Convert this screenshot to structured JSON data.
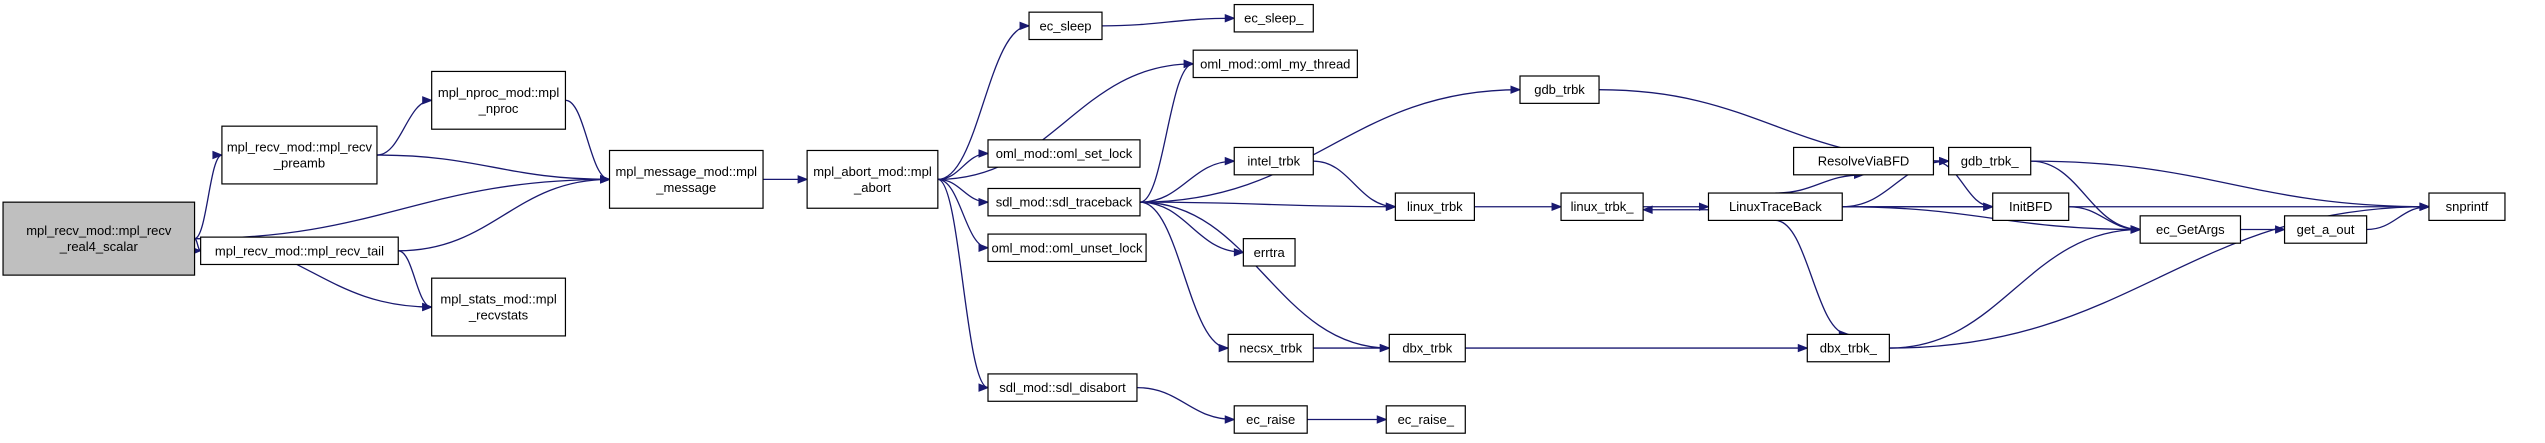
{
  "diagram": {
    "kind": "call-graph",
    "colors": {
      "edge": "#191970",
      "node_border": "#000000",
      "node_fill": "#ffffff",
      "root_fill": "#bfbfbf"
    },
    "nodes": [
      {
        "id": "root",
        "lines": [
          "mpl_recv_mod::mpl_recv",
          "_real4_scalar"
        ],
        "root": true
      },
      {
        "id": "recv_preamb",
        "lines": [
          "mpl_recv_mod::mpl_recv",
          "_preamb"
        ]
      },
      {
        "id": "recv_tail",
        "lines": [
          "mpl_recv_mod::mpl_recv_tail"
        ]
      },
      {
        "id": "nproc",
        "lines": [
          "mpl_nproc_mod::mpl",
          "_nproc"
        ]
      },
      {
        "id": "message",
        "lines": [
          "mpl_message_mod::mpl",
          "_message"
        ]
      },
      {
        "id": "stats",
        "lines": [
          "mpl_stats_mod::mpl",
          "_recvstats"
        ]
      },
      {
        "id": "abort",
        "lines": [
          "mpl_abort_mod::mpl",
          "_abort"
        ]
      },
      {
        "id": "ec_sleep",
        "lines": [
          "ec_sleep"
        ]
      },
      {
        "id": "ec_sleep_",
        "lines": [
          "ec_sleep_"
        ]
      },
      {
        "id": "oml_my_thread",
        "lines": [
          "oml_mod::oml_my_thread"
        ]
      },
      {
        "id": "oml_set_lock",
        "lines": [
          "oml_mod::oml_set_lock"
        ]
      },
      {
        "id": "sdl_traceback",
        "lines": [
          "sdl_mod::sdl_traceback"
        ]
      },
      {
        "id": "oml_unset_lock",
        "lines": [
          "oml_mod::oml_unset_lock"
        ]
      },
      {
        "id": "sdl_disabort",
        "lines": [
          "sdl_mod::sdl_disabort"
        ]
      },
      {
        "id": "gdb_trbk",
        "lines": [
          "gdb_trbk"
        ]
      },
      {
        "id": "intel_trbk",
        "lines": [
          "intel_trbk"
        ]
      },
      {
        "id": "linux_trbk",
        "lines": [
          "linux_trbk"
        ]
      },
      {
        "id": "linux_trbk_",
        "lines": [
          "linux_trbk_"
        ]
      },
      {
        "id": "LinuxTraceBack",
        "lines": [
          "LinuxTraceBack"
        ]
      },
      {
        "id": "ResolveViaBFD",
        "lines": [
          "ResolveViaBFD"
        ]
      },
      {
        "id": "InitBFD",
        "lines": [
          "InitBFD"
        ]
      },
      {
        "id": "gdb_trbk_",
        "lines": [
          "gdb_trbk_"
        ]
      },
      {
        "id": "ec_GetArgs",
        "lines": [
          "ec_GetArgs"
        ]
      },
      {
        "id": "get_a_out",
        "lines": [
          "get_a_out"
        ]
      },
      {
        "id": "snprintf",
        "lines": [
          "snprintf"
        ]
      },
      {
        "id": "errtra",
        "lines": [
          "errtra"
        ]
      },
      {
        "id": "necsx_trbk",
        "lines": [
          "necsx_trbk"
        ]
      },
      {
        "id": "dbx_trbk",
        "lines": [
          "dbx_trbk"
        ]
      },
      {
        "id": "dbx_trbk_",
        "lines": [
          "dbx_trbk_"
        ]
      },
      {
        "id": "ec_raise",
        "lines": [
          "ec_raise"
        ]
      },
      {
        "id": "ec_raise_",
        "lines": [
          "ec_raise_"
        ]
      }
    ],
    "edges": [
      [
        "root",
        "recv_preamb"
      ],
      [
        "root",
        "message"
      ],
      [
        "root",
        "recv_tail"
      ],
      [
        "root",
        "stats"
      ],
      [
        "recv_preamb",
        "nproc"
      ],
      [
        "recv_preamb",
        "message"
      ],
      [
        "nproc",
        "message"
      ],
      [
        "recv_tail",
        "message"
      ],
      [
        "recv_tail",
        "stats"
      ],
      [
        "message",
        "abort"
      ],
      [
        "abort",
        "ec_sleep"
      ],
      [
        "abort",
        "oml_my_thread"
      ],
      [
        "abort",
        "oml_set_lock"
      ],
      [
        "abort",
        "sdl_traceback"
      ],
      [
        "abort",
        "oml_unset_lock"
      ],
      [
        "abort",
        "sdl_disabort"
      ],
      [
        "ec_sleep",
        "ec_sleep_"
      ],
      [
        "sdl_traceback",
        "oml_my_thread"
      ],
      [
        "sdl_traceback",
        "gdb_trbk"
      ],
      [
        "sdl_traceback",
        "intel_trbk"
      ],
      [
        "sdl_traceback",
        "linux_trbk"
      ],
      [
        "sdl_traceback",
        "errtra"
      ],
      [
        "sdl_traceback",
        "necsx_trbk"
      ],
      [
        "sdl_traceback",
        "dbx_trbk"
      ],
      [
        "gdb_trbk",
        "gdb_trbk_"
      ],
      [
        "intel_trbk",
        "linux_trbk"
      ],
      [
        "linux_trbk",
        "linux_trbk_"
      ],
      [
        "linux_trbk_",
        "LinuxTraceBack"
      ],
      [
        "LinuxTraceBack",
        "linux_trbk_"
      ],
      [
        "LinuxTraceBack",
        "gdb_trbk_"
      ],
      [
        "LinuxTraceBack",
        "ResolveViaBFD"
      ],
      [
        "LinuxTraceBack",
        "InitBFD"
      ],
      [
        "LinuxTraceBack",
        "ec_GetArgs"
      ],
      [
        "LinuxTraceBack",
        "snprintf"
      ],
      [
        "LinuxTraceBack",
        "dbx_trbk_"
      ],
      [
        "ResolveViaBFD",
        "InitBFD"
      ],
      [
        "InitBFD",
        "ec_GetArgs"
      ],
      [
        "gdb_trbk_",
        "ec_GetArgs"
      ],
      [
        "gdb_trbk_",
        "snprintf"
      ],
      [
        "ec_GetArgs",
        "get_a_out"
      ],
      [
        "get_a_out",
        "snprintf"
      ],
      [
        "necsx_trbk",
        "dbx_trbk"
      ],
      [
        "dbx_trbk",
        "dbx_trbk_"
      ],
      [
        "dbx_trbk_",
        "ec_GetArgs"
      ],
      [
        "dbx_trbk_",
        "snprintf"
      ],
      [
        "sdl_disabort",
        "ec_raise"
      ],
      [
        "ec_raise",
        "ec_raise_"
      ]
    ]
  }
}
